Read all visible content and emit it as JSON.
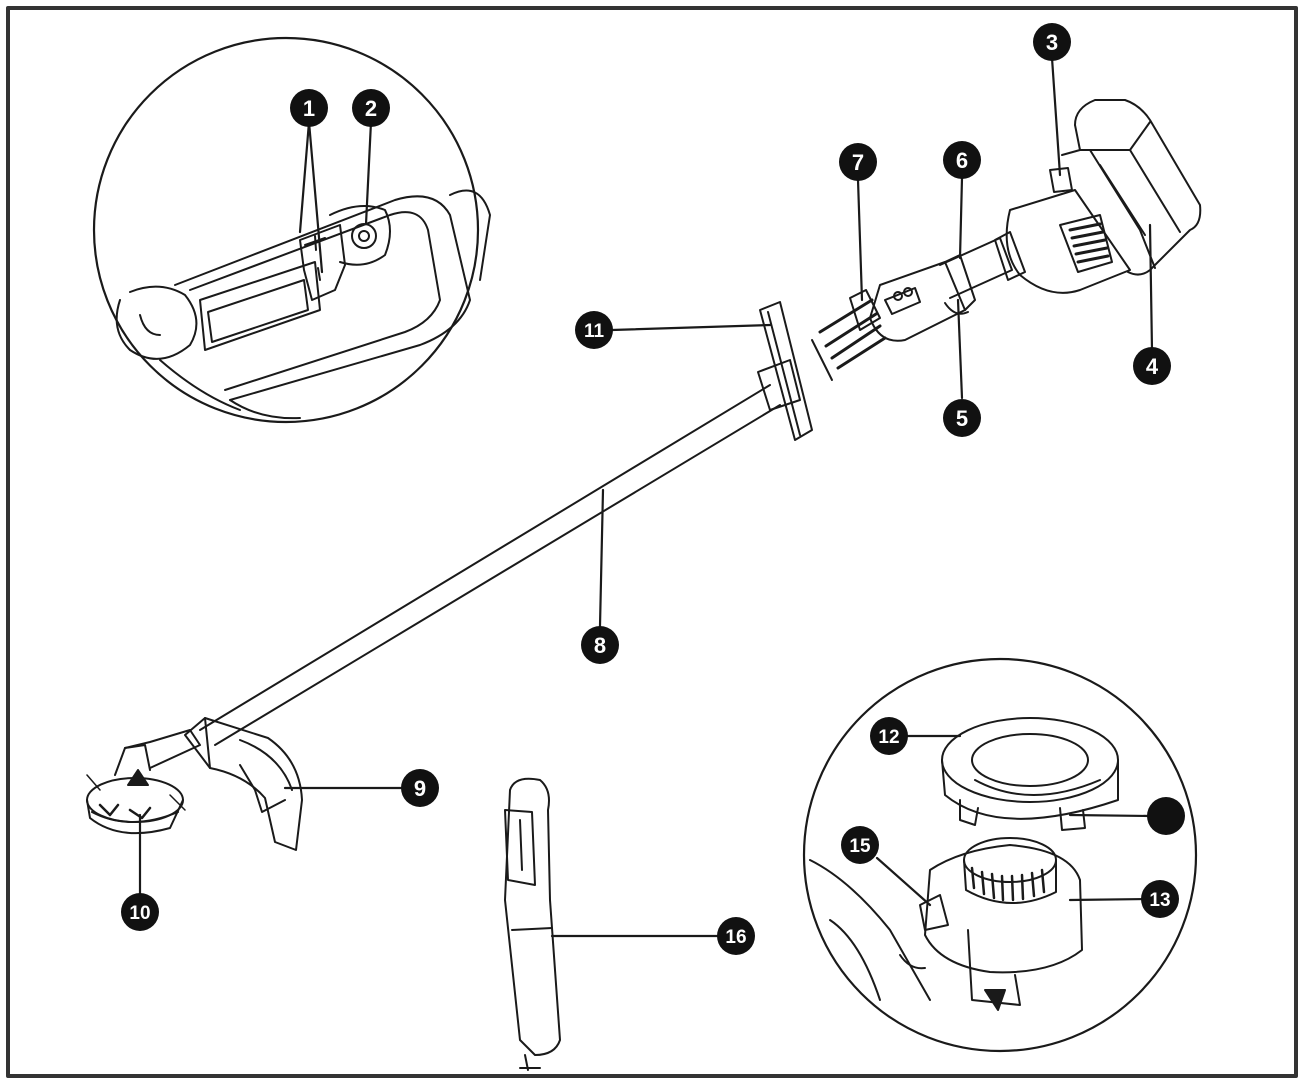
{
  "diagram": {
    "callouts": [
      {
        "id": "c1",
        "label": "1"
      },
      {
        "id": "c2",
        "label": "2"
      },
      {
        "id": "c3",
        "label": "3"
      },
      {
        "id": "c4",
        "label": "4"
      },
      {
        "id": "c5",
        "label": "5"
      },
      {
        "id": "c6",
        "label": "6"
      },
      {
        "id": "c7",
        "label": "7"
      },
      {
        "id": "c8",
        "label": "8"
      },
      {
        "id": "c9",
        "label": "9"
      },
      {
        "id": "c10",
        "label": "10"
      },
      {
        "id": "c11",
        "label": "11"
      },
      {
        "id": "c12",
        "label": "12"
      },
      {
        "id": "c13",
        "label": "13"
      },
      {
        "id": "c14",
        "label": ""
      },
      {
        "id": "c15",
        "label": "15"
      },
      {
        "id": "c16",
        "label": "16"
      }
    ]
  },
  "colors": {
    "line": "#1a1a1a",
    "callout_fill": "#111111",
    "callout_text": "#ffffff",
    "frame": "#333333"
  }
}
